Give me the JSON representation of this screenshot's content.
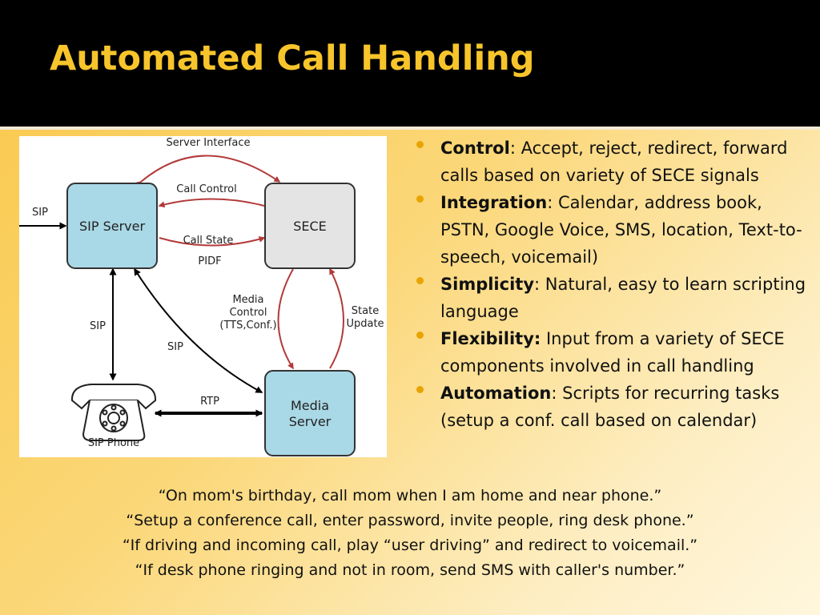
{
  "slide": {
    "title": "Automated Call Handling"
  },
  "diagram": {
    "labels": {
      "server_interface": "Server Interface",
      "call_control": "Call Control",
      "call_state": "Call State",
      "pidf": "PIDF",
      "sip_in": "SIP",
      "sip_left": "SIP",
      "sip_diag": "SIP",
      "media_control_1": "Media",
      "media_control_2": "Control",
      "media_control_3": "(TTS,Conf.)",
      "state_update_1": "State",
      "state_update_2": "Update",
      "rtp": "RTP",
      "sip_phone": "SIP Phone"
    },
    "nodes": {
      "sip_server": "SIP Server",
      "sece": "SECE",
      "media_server_1": "Media",
      "media_server_2": "Server"
    },
    "colors": {
      "arrow_red": "#b33a3a",
      "node_blue": "#a9d8e6",
      "node_grey": "#e4e4e4"
    }
  },
  "bullets": [
    {
      "term": "Control",
      "sep": ": ",
      "text": "Accept, reject, redirect, forward calls based on variety of SECE signals"
    },
    {
      "term": "Integration",
      "sep": ": ",
      "text": "Calendar, address book, PSTN, Google Voice, SMS, location, Text-to-speech, voicemail)"
    },
    {
      "term": "Simplicity",
      "sep": ": ",
      "text": "Natural, easy to learn scripting language"
    },
    {
      "term": "Flexibility:",
      "sep": " ",
      "text": "Input from a variety of SECE components  involved in call handling"
    },
    {
      "term": "Automation",
      "sep": ": ",
      "text": "Scripts for recurring tasks (setup a conf. call based on calendar)"
    }
  ],
  "quotes": [
    "“On mom's birthday, call mom when I am home and near phone.”",
    "“Setup a conference call, enter password, invite people, ring desk phone.”",
    "“If driving and incoming call, play “user driving” and redirect to voicemail.”",
    "“If desk phone ringing and not in room, send SMS with caller's number.”"
  ]
}
